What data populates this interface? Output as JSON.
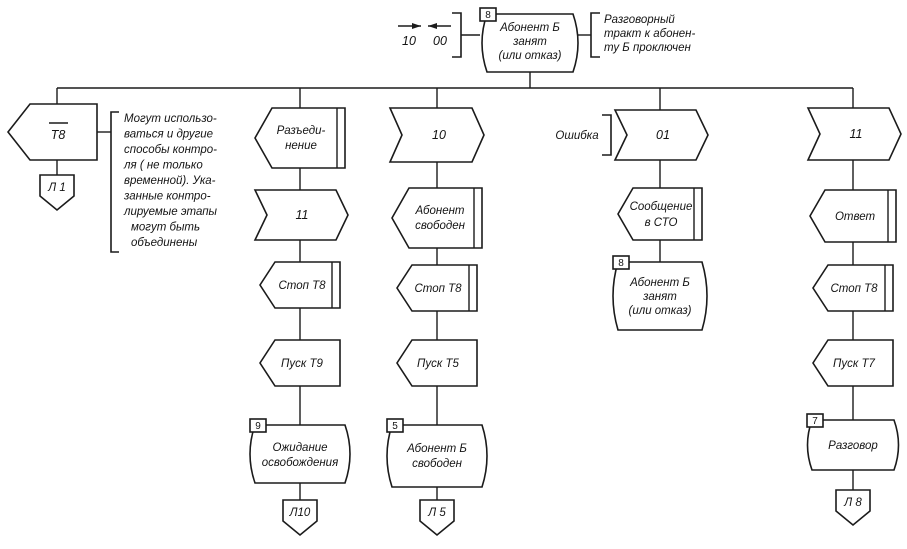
{
  "colors": {
    "ink": "#1b1b1b",
    "paper": "#ffffff"
  },
  "header": {
    "forward_signal": "10",
    "backward_signal": "00",
    "state_badge": "8",
    "state_lines": [
      "Абонент Б",
      "занят",
      "(или отказ)"
    ],
    "note_lines": [
      "Разговорный",
      "тракт к абонен-",
      "ту Б проключен"
    ]
  },
  "branch1": {
    "timer_signal": "Т8",
    "connector": "Л 1",
    "note_lines": [
      "Могут использо-",
      "ваться и другие",
      "способы контро-",
      "ля ( не только",
      "временной). Ука-",
      "занные контро-",
      "лируемые этапы",
      "могут быть",
      "объединены"
    ]
  },
  "branch2": {
    "signal_lines": [
      "Разъеди-",
      "нение"
    ],
    "code": "11",
    "stop_timer": "Стоп Т8",
    "start_timer": "Пуск Т9",
    "state_badge": "9",
    "state_lines": [
      "Ожидание",
      "освобождения"
    ],
    "connector": "Л10"
  },
  "branch3": {
    "code": "10",
    "signal_lines": [
      "Абонент",
      "свободен"
    ],
    "stop_timer": "Стоп Т8",
    "start_timer": "Пуск Т5",
    "state_badge": "5",
    "state_lines": [
      "Абонент Б",
      "свободен"
    ],
    "connector": "Л 5"
  },
  "branch4": {
    "label": "Ошибка",
    "code": "01",
    "signal_lines": [
      "Сообщение",
      "в СТО"
    ],
    "state_badge": "8",
    "state_lines": [
      "Абонент Б",
      "занят",
      "(или отказ)"
    ]
  },
  "branch5": {
    "code": "11",
    "signal": "Ответ",
    "stop_timer": "Стоп Т8",
    "start_timer": "Пуск Т7",
    "state_badge": "7",
    "state": "Разговор",
    "connector": "Л 8"
  }
}
